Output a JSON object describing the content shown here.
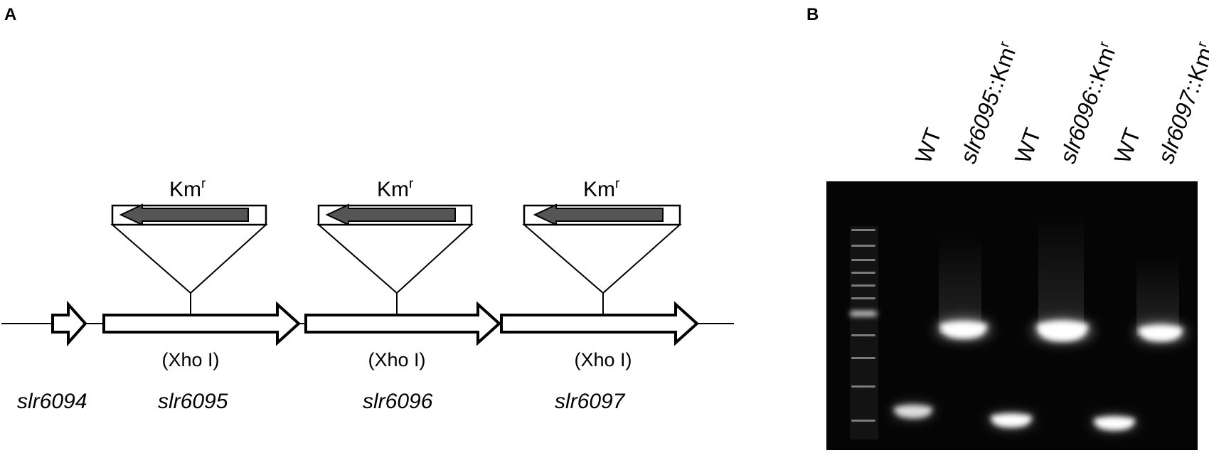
{
  "panels": {
    "a_letter": "A",
    "b_letter": "B"
  },
  "panel_a": {
    "genes": [
      {
        "name": "slr6094"
      },
      {
        "name": "slr6095"
      },
      {
        "name": "slr6096"
      },
      {
        "name": "slr6097"
      }
    ],
    "cassettes": [
      {
        "label_main": "Km",
        "label_sup": "r",
        "site": "(Xho I)"
      },
      {
        "label_main": "Km",
        "label_sup": "r",
        "site": "(Xho I)"
      },
      {
        "label_main": "Km",
        "label_sup": "r",
        "site": "(Xho I)"
      }
    ],
    "colors": {
      "cassette_arrow": "#555555",
      "gene_fill": "#ffffff",
      "stroke": "#000000"
    }
  },
  "panel_b": {
    "lanes": [
      {
        "name": "WT",
        "italic_part": "",
        "plain_part": "WT",
        "sup": ""
      },
      {
        "name": "slr6095::Kmr",
        "italic_part": "slr6095",
        "plain_part": "::Km",
        "sup": "r"
      },
      {
        "name": "WT",
        "italic_part": "",
        "plain_part": "WT",
        "sup": ""
      },
      {
        "name": "slr6096::Kmr",
        "italic_part": "slr6096",
        "plain_part": "::Km",
        "sup": "r"
      },
      {
        "name": "WT",
        "italic_part": "",
        "plain_part": "WT",
        "sup": ""
      },
      {
        "name": "slr6097::Kmr",
        "italic_part": "slr6097",
        "plain_part": "::Km",
        "sup": "r"
      }
    ],
    "colors": {
      "gel_background": "#050505",
      "band": "#ffffff"
    }
  }
}
